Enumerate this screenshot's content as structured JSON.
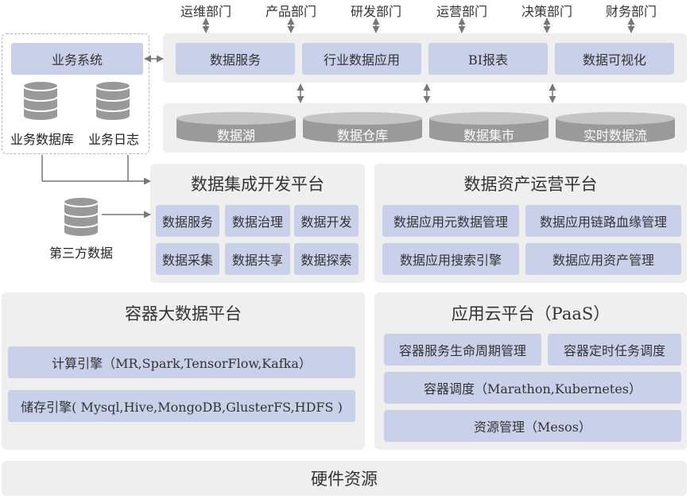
{
  "departments": [
    "运维部门",
    "产品部门",
    "研发部门",
    "运营部门",
    "决策部门",
    "财务部门"
  ],
  "top_services": [
    "数据服务",
    "行业数据应用",
    "BI报表",
    "数据可视化"
  ],
  "storage": [
    "数据湖",
    "数据仓库",
    "数据集市",
    "实时数据流"
  ],
  "business": {
    "system": "业务系统",
    "db": "业务数据库",
    "log": "业务日志",
    "third_party": "第三方数据"
  },
  "integration": {
    "title": "数据集成开发平台",
    "items": [
      "数据服务",
      "数据治理",
      "数据开发",
      "数据采集",
      "数据共享",
      "数据探索"
    ]
  },
  "asset": {
    "title": "数据资产运营平台",
    "items": [
      "数据应用元数据管理",
      "数据应用链路血缘管理",
      "数据应用搜索引擎",
      "数据应用资产管理"
    ]
  },
  "container": {
    "title": "容器大数据平台",
    "compute": "计算引擎（MR,Spark,TensorFlow,Kafka）",
    "storage": "储存引擎( Mysql,Hive,MongoDB,GlusterFS,HDFS )"
  },
  "paas": {
    "title": "应用云平台（PaaS）",
    "lifecycle": "容器服务生命周期管理",
    "cron": "容器定时任务调度",
    "scheduling": "容器调度（Marathon,Kubernetes）",
    "resource": "资源管理（Mesos）"
  },
  "hardware": "硬件资源"
}
